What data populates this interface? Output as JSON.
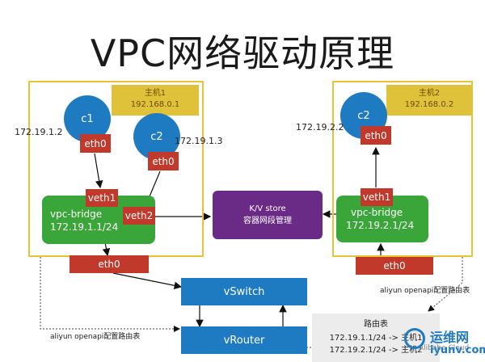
{
  "title": "VPC网络驱动原理",
  "host1": {
    "label": "主机1",
    "ip": "192.168.0.1",
    "c1": {
      "name": "c1",
      "ip": "172.19.1.2",
      "eth": "eth0"
    },
    "c2": {
      "name": "c2",
      "ip": "172.19.1.3",
      "eth": "eth0"
    },
    "bridge": {
      "name": "vpc-bridge",
      "cidr": "172.19.1.1/24",
      "veth1": "veth1",
      "veth2": "veth2"
    },
    "eth0": "eth0"
  },
  "host2": {
    "label": "主机2",
    "ip": "192.168.0.2",
    "c2": {
      "name": "c2",
      "ip": "172.19.2.2",
      "eth": "eth0"
    },
    "bridge": {
      "name": "vpc-bridge",
      "cidr": "172.19.2.1/24",
      "veth1": "veth1"
    },
    "eth0": "eth0"
  },
  "kv_store": {
    "line1": "K/V store",
    "line2": "容器网段管理"
  },
  "vswitch": "vSwitch",
  "vrouter": "vRouter",
  "notes": {
    "left": "aliyun openapi配置路由表",
    "right": "aliyun openapi配置路由表"
  },
  "route_table": {
    "title": "路由表",
    "rows": [
      "172.19.1.1/24 -> 主机1",
      "172.19.2.1/24 -> 主机2"
    ]
  },
  "watermarks": {
    "alibaba": "Alibaba Cloud",
    "site": "运维网",
    "site_url": "iyunv.com"
  }
}
